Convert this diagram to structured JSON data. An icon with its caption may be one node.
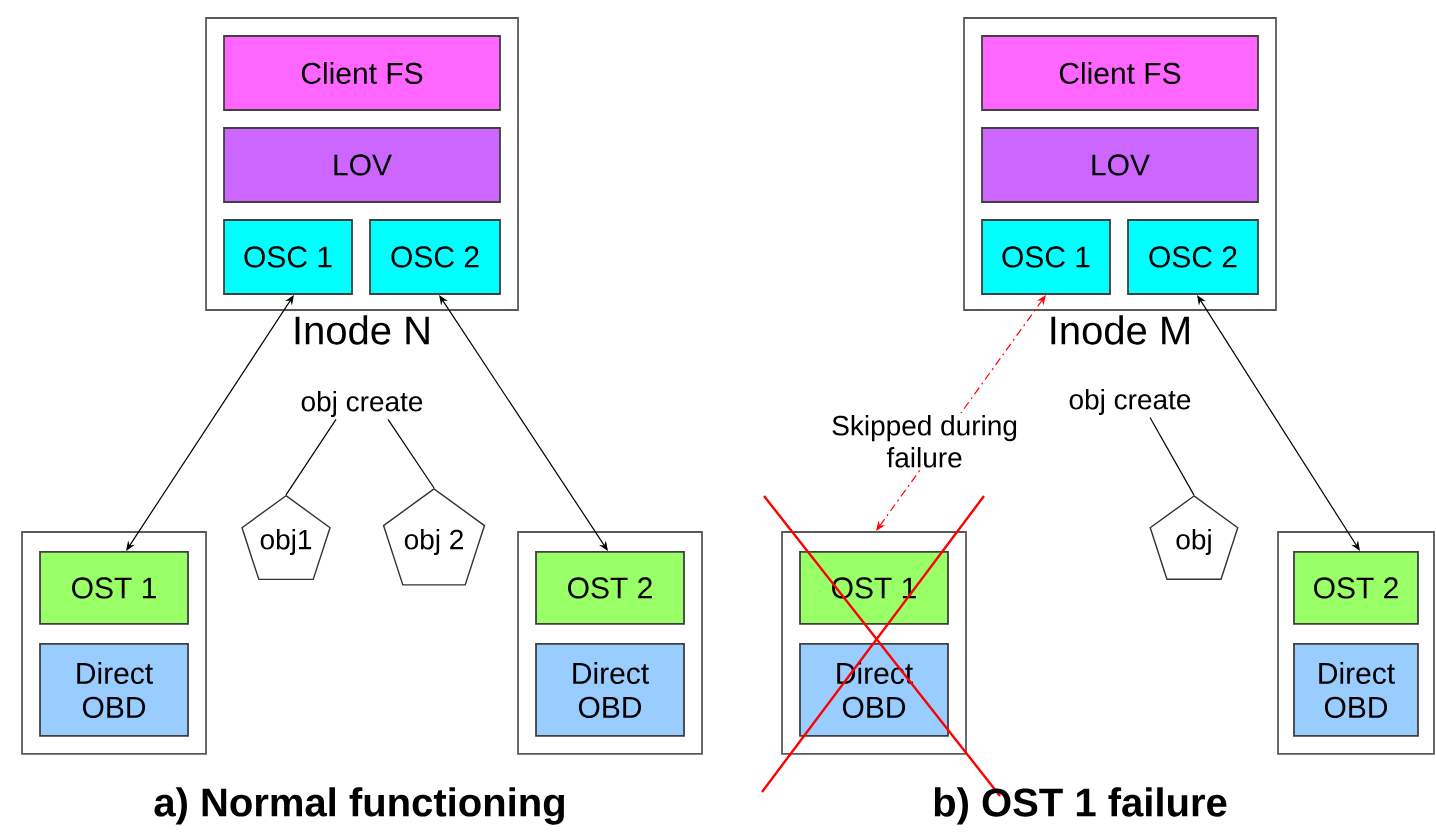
{
  "diagram": {
    "nodes": [
      {
        "text": [
          "Inode N"
        ]
      },
      {
        "text": [
          "Client FS"
        ],
        "in": 0
      },
      {
        "text": [
          "LOV"
        ],
        "in": 0
      },
      {
        "text": [
          "OSC 1"
        ],
        "in": 0
      },
      {
        "text": [
          "OSC 2"
        ],
        "in": 0
      },
      {
        "text": [
          "obj create"
        ]
      },
      {
        "text": [
          "obj1"
        ]
      },
      {
        "text": [
          "obj 2"
        ]
      },
      {
        "text": [],
        "shape": "box"
      },
      {
        "text": [
          "OST 1"
        ],
        "in": 8
      },
      {
        "text": [
          "Direct OBD"
        ],
        "in": 8
      },
      {
        "text": [],
        "shape": "box"
      },
      {
        "text": [
          "OST 2"
        ],
        "in": 11
      },
      {
        "text": [
          "Direct OBD"
        ],
        "in": 11
      },
      {
        "text": [
          "Inode M"
        ]
      },
      {
        "text": [
          "Client FS"
        ],
        "in": 14
      },
      {
        "text": [
          "LOV"
        ],
        "in": 14
      },
      {
        "text": [
          "OSC 1"
        ],
        "in": 14
      },
      {
        "text": [
          "OSC 2"
        ],
        "in": 14
      },
      {
        "text": [
          "obj create"
        ]
      },
      {
        "text": [
          "obj"
        ]
      },
      {
        "text": [],
        "shape": "box"
      },
      {
        "text": [
          "OST 1"
        ],
        "in": 21
      },
      {
        "text": [
          "Direct OBD"
        ],
        "in": 21
      },
      {
        "text": [],
        "shape": "box"
      },
      {
        "text": [
          "OST 2"
        ],
        "in": 24
      },
      {
        "text": [
          "Direct OBD"
        ],
        "in": 24
      }
    ],
    "edges": [
      {
        "from": 3,
        "to": 9,
        "arrow": "both"
      },
      {
        "from": 4,
        "to": 12,
        "arrow": "both"
      },
      {
        "from": 5,
        "to": 6,
        "arrow": "none"
      },
      {
        "from": 5,
        "to": 7,
        "arrow": "none"
      },
      {
        "from": 17,
        "to": 21,
        "arrow": "both",
        "style": "dashed",
        "color": "#ff0000",
        "label": "Skipped during failure"
      },
      {
        "from": 18,
        "to": 25,
        "arrow": "both"
      },
      {
        "from": 19,
        "to": 20,
        "arrow": "none"
      }
    ],
    "labels": [
      "a) Normal functioning",
      "b) OST 1 failure"
    ]
  }
}
